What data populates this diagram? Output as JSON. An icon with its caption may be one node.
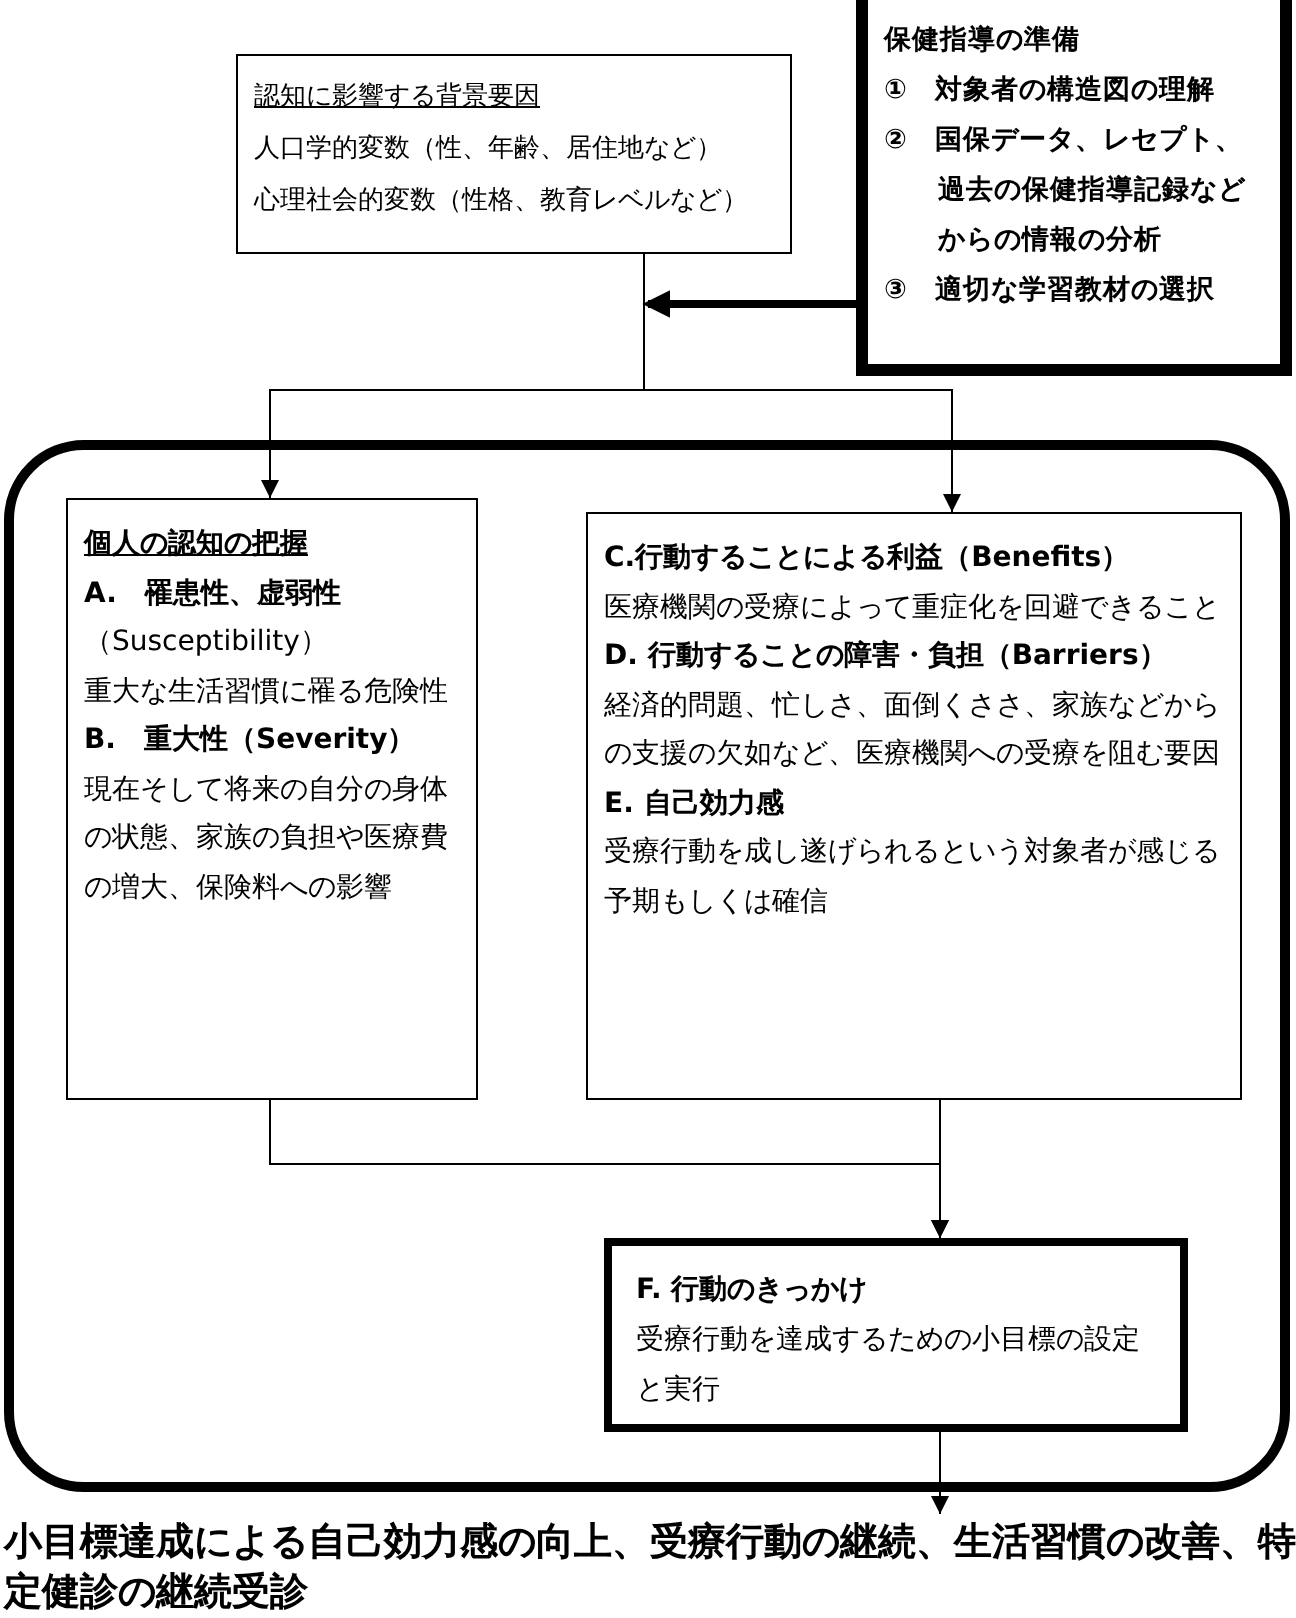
{
  "diagram": {
    "nodes": [
      {
        "text": [
          "認知に影響する背景要因",
          "人口学的変数（性、年齢、居住地など）",
          "心理社会的変数（性格、教育レベルなど）"
        ]
      },
      {
        "text": [
          "保健指導の準備",
          "①　対象者の構造図の理解",
          "②　国保データ、レセプト、過去の保健指導記録などからの情報の分析",
          "③　適切な学習教材の選択"
        ]
      },
      {
        "text": [],
        "shape": "box"
      },
      {
        "text": [
          "個人の認知の把握",
          "A.　罹患性、虚弱性",
          "（Susceptibility）",
          "重大な生活習慣に罹る危険性",
          "B.　重大性（Severity）",
          "現在そして将来の自分の身体の状態、家族の負担や医療費の増大、保険料への影響"
        ],
        "in": 2
      },
      {
        "text": [
          "C.行動することによる利益（Benefits）",
          "医療機関の受療によって重症化を回避できること",
          "D.  行動することの障害・負担（Barriers）",
          "経済的問題、忙しさ、面倒くささ、家族などからの支援の欠如など、医療機関への受療を阻む要因",
          "E.  自己効力感",
          "受療行動を成し遂げられるという対象者が感じる予期もしくは確信"
        ],
        "in": 2
      },
      {
        "text": [
          "F.  行動のきっかけ",
          "受療行動を達成するための小目標の設定と実行"
        ],
        "in": 2
      },
      {
        "text": [
          "小目標達成による自己効力感の向上、受療行動の継続、生活習慣の改善、特定健診の継続受診"
        ]
      }
    ],
    "edges": [
      {
        "from": 0,
        "to": 3,
        "arrow": "to"
      },
      {
        "from": 0,
        "to": 4,
        "arrow": "to"
      },
      {
        "from": 1,
        "to": 0,
        "arrow": "to",
        "style": "thick"
      },
      {
        "from": 3,
        "to": 5,
        "arrow": "to"
      },
      {
        "from": 4,
        "to": 5,
        "arrow": "to"
      },
      {
        "from": 5,
        "to": 6,
        "arrow": "to"
      }
    ]
  }
}
